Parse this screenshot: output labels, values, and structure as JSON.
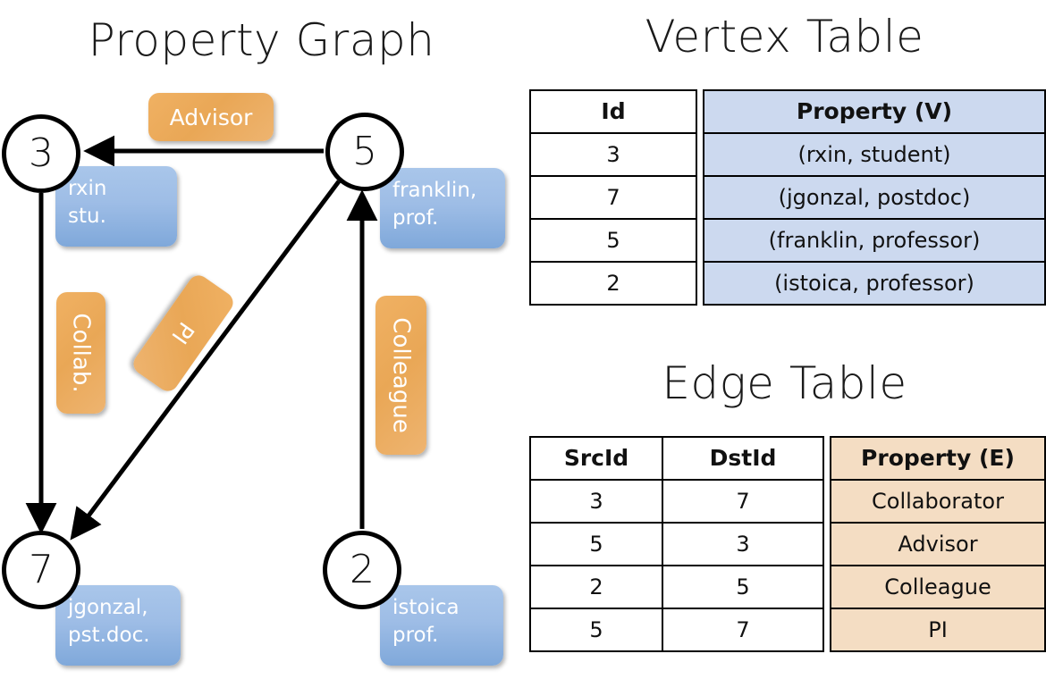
{
  "panels": {
    "graph_title": "Property Graph",
    "vertex_title": "Vertex Table",
    "edge_title": "Edge Table"
  },
  "colors": {
    "vertex_cell": "#ccd9ef",
    "edge_cell": "#f4ddc3",
    "prop_box": "#9ebde6",
    "edge_label_box": "#e9a756",
    "stroke": "#000000"
  },
  "graph": {
    "nodes": [
      {
        "id": "3",
        "label": "3",
        "property": "rxin\nstu."
      },
      {
        "id": "5",
        "label": "5",
        "property": "franklin,\nprof."
      },
      {
        "id": "7",
        "label": "7",
        "property": "jgonzal,\npst.doc."
      },
      {
        "id": "2",
        "label": "2",
        "property": "istoica\nprof."
      }
    ],
    "edges": [
      {
        "src": "5",
        "dst": "3",
        "label": "Advisor"
      },
      {
        "src": "3",
        "dst": "7",
        "label": "Collab."
      },
      {
        "src": "5",
        "dst": "7",
        "label": "PI"
      },
      {
        "src": "2",
        "dst": "5",
        "label": "Colleague"
      }
    ]
  },
  "vertex_table": {
    "headers": [
      "Id",
      "Property (V)"
    ],
    "rows": [
      {
        "id": "3",
        "property": "(rxin, student)"
      },
      {
        "id": "7",
        "property": "(jgonzal, postdoc)"
      },
      {
        "id": "5",
        "property": "(franklin, professor)"
      },
      {
        "id": "2",
        "property": "(istoica, professor)"
      }
    ]
  },
  "edge_table": {
    "headers": [
      "SrcId",
      "DstId",
      "Property (E)"
    ],
    "rows": [
      {
        "src": "3",
        "dst": "7",
        "property": "Collaborator"
      },
      {
        "src": "5",
        "dst": "3",
        "property": "Advisor"
      },
      {
        "src": "2",
        "dst": "5",
        "property": "Colleague"
      },
      {
        "src": "5",
        "dst": "7",
        "property": "PI"
      }
    ]
  }
}
